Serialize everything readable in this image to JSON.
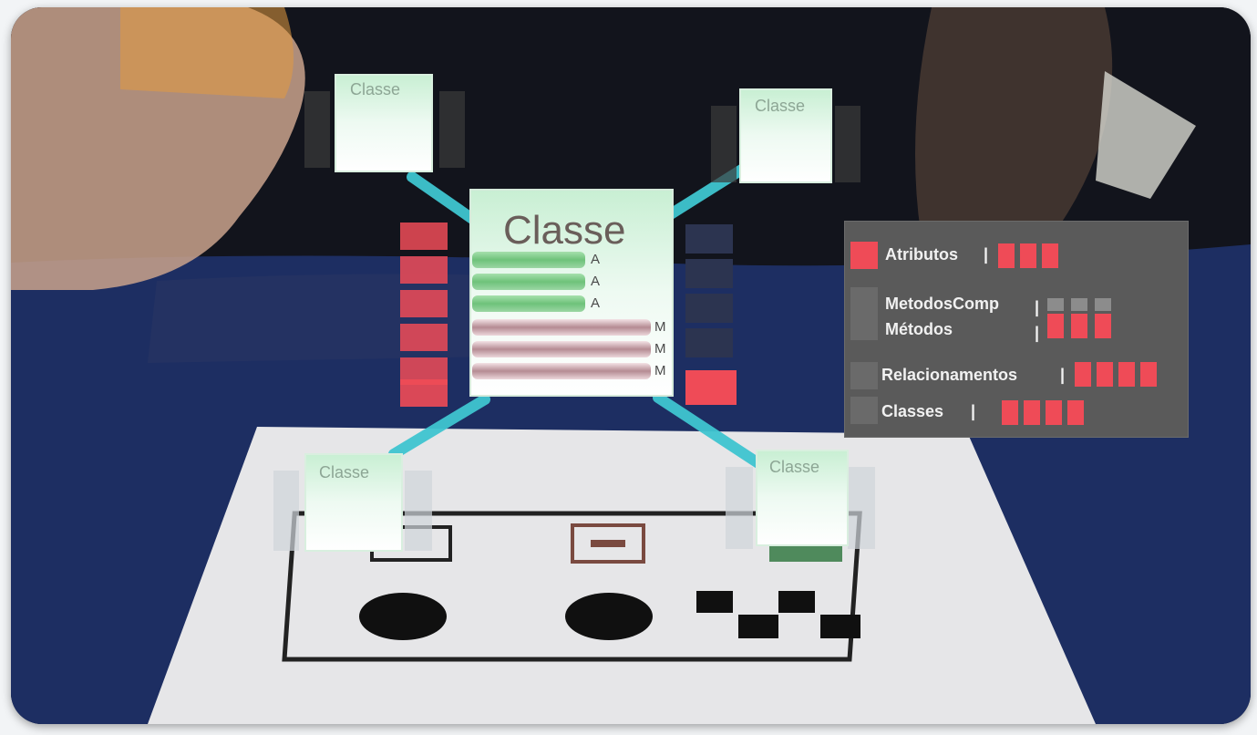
{
  "scene": {
    "main_class_label": "Classe",
    "small_class_label": "Classe",
    "attr_suffix": "A",
    "method_suffix": "M"
  },
  "legend": {
    "atributos": "Atributos",
    "metodos_comp": "MetodosComp",
    "metodos": "Métodos",
    "relacionamentos": "Relacionamentos",
    "classes": "Classes",
    "separator": "|"
  },
  "colors": {
    "attribute": "#ef4b57",
    "panel": "#5a5a5a",
    "connector": "#3fc5d0",
    "method_bar": "#caa1a8",
    "attribute_bar": "#7fcf8a"
  }
}
